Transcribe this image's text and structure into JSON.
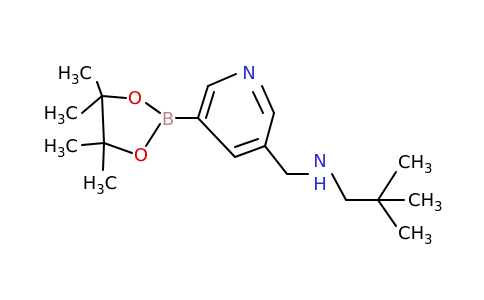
{
  "colors": {
    "bond": "#000000",
    "N": "#2a2bd6",
    "O": "#e00000",
    "B": "#c18888",
    "C": "#000000"
  },
  "atoms": {
    "n_ring": "N",
    "n_amine": "N",
    "h_amine": "H",
    "boron": "B",
    "o_top": "O",
    "o_bottom": "O",
    "ch3_a": {
      "pre": "H",
      "sub": "3",
      "post": "C"
    },
    "ch3_b": {
      "pre": "H",
      "sub": "3",
      "post": "C"
    },
    "ch3_c": {
      "pre": "H",
      "sub": "3",
      "post": "C"
    },
    "ch3_d": {
      "pre": "H",
      "sub": "3",
      "post": "C"
    },
    "ch3_e": {
      "pre": "CH",
      "sub": "3",
      "post": ""
    },
    "ch3_f": {
      "pre": "CH",
      "sub": "3",
      "post": ""
    },
    "ch3_g": {
      "pre": "CH",
      "sub": "3",
      "post": ""
    }
  }
}
